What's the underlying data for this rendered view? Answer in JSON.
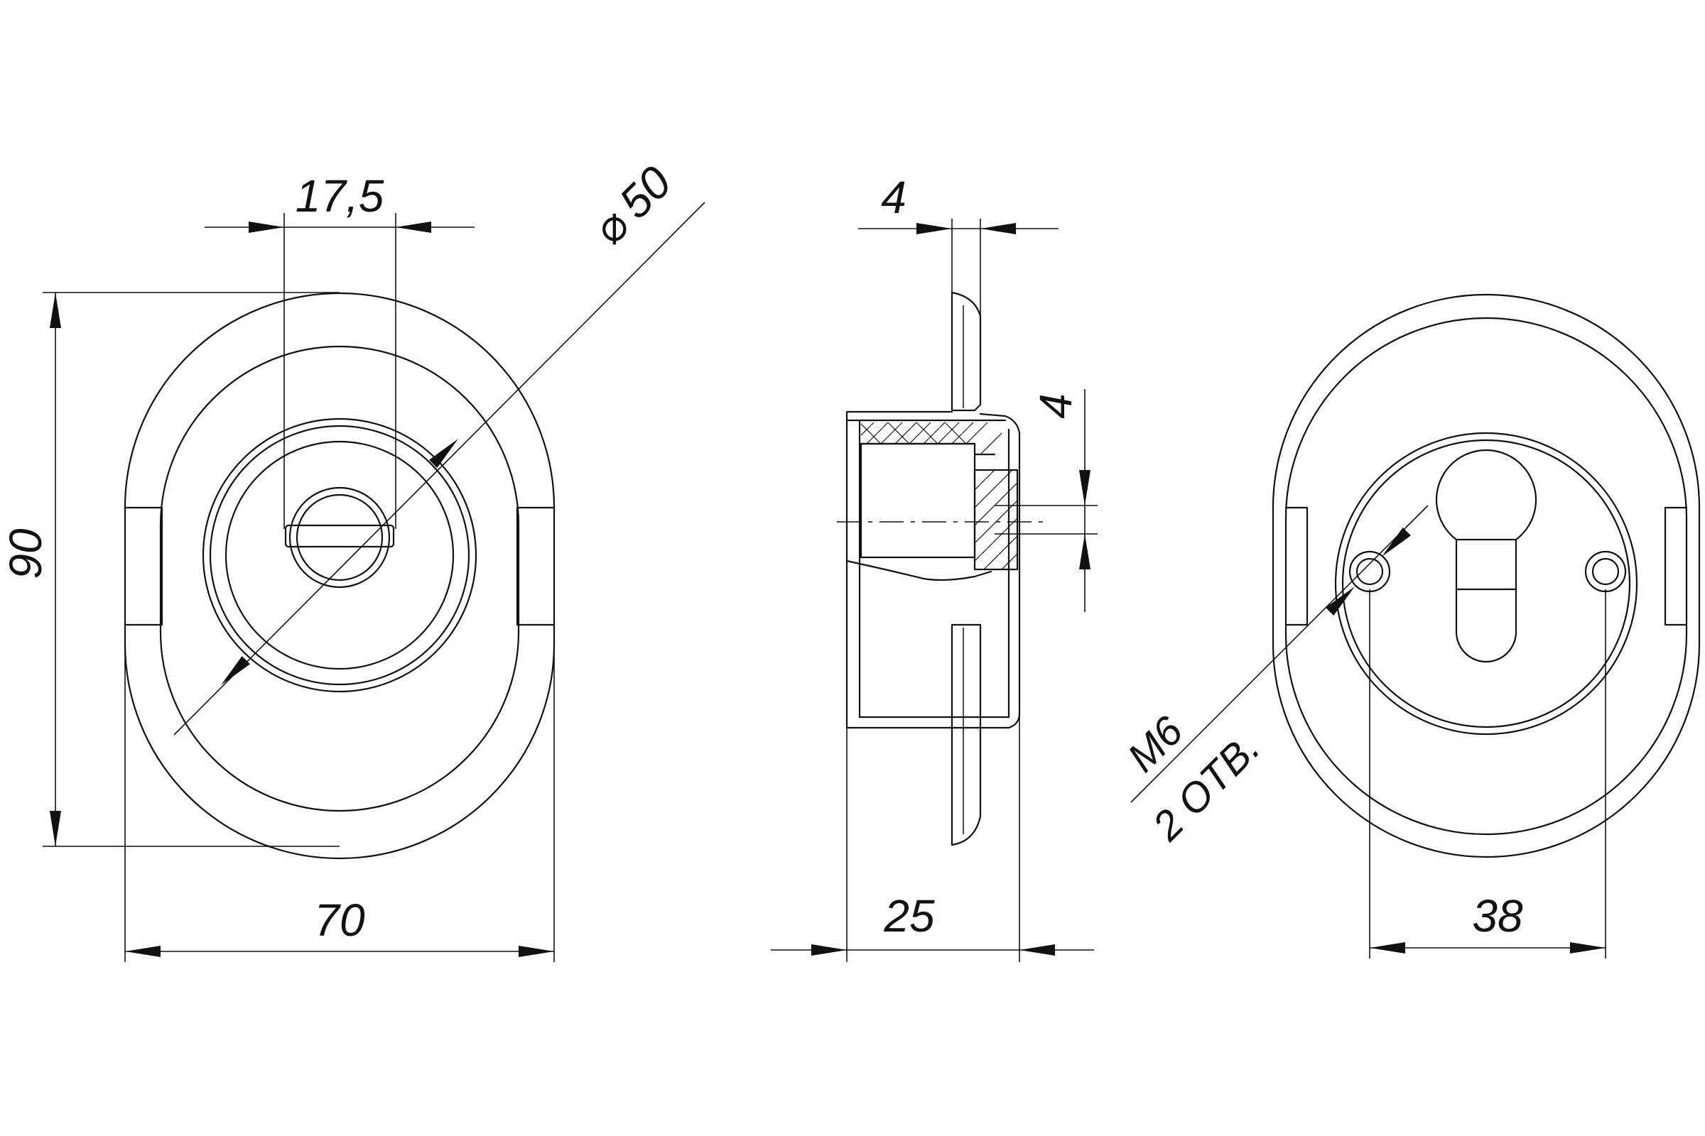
{
  "dimensions": {
    "front": {
      "slot_width": "17,5",
      "diameter": "50",
      "height": "90",
      "width": "70"
    },
    "side": {
      "top_thickness": "4",
      "right_offset": "4",
      "depth": "25"
    },
    "back": {
      "thread": "M6",
      "holes": "2 ОТВ.",
      "hole_spacing": "38"
    }
  },
  "symbols": {
    "diameter": "⌀"
  }
}
